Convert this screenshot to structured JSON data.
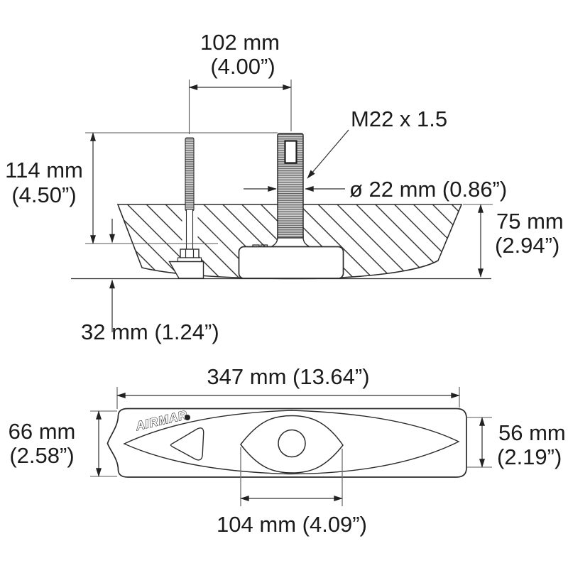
{
  "colors": {
    "background": "#ffffff",
    "line": "#2b2b2b",
    "dimension_line": "#333333",
    "thread_fill": "#cdcdcd",
    "text": "#1b1b1b"
  },
  "brand": {
    "name": "AIRMAR",
    "mark": "®"
  },
  "section_view": {
    "stud_spacing_mm": "102 mm",
    "stud_spacing_in": "(4.00”)",
    "thread_label": "M22 x 1.5",
    "stem_diameter": "ø 22 mm (0.86”)",
    "stud_length_mm": "114 mm",
    "stud_length_in": "(4.50”)",
    "hull_depth_mm": "75 mm",
    "hull_depth_in": "(2.94”)",
    "protrusion": "32 mm (1.24”)"
  },
  "plan_view": {
    "overall_length": "347 mm (13.64”)",
    "body_width_mm": "66 mm",
    "body_width_in": "(2.58”)",
    "face_width_mm": "56 mm",
    "face_width_in": "(2.19”)",
    "active_face_length": "104 mm (4.09”)"
  }
}
